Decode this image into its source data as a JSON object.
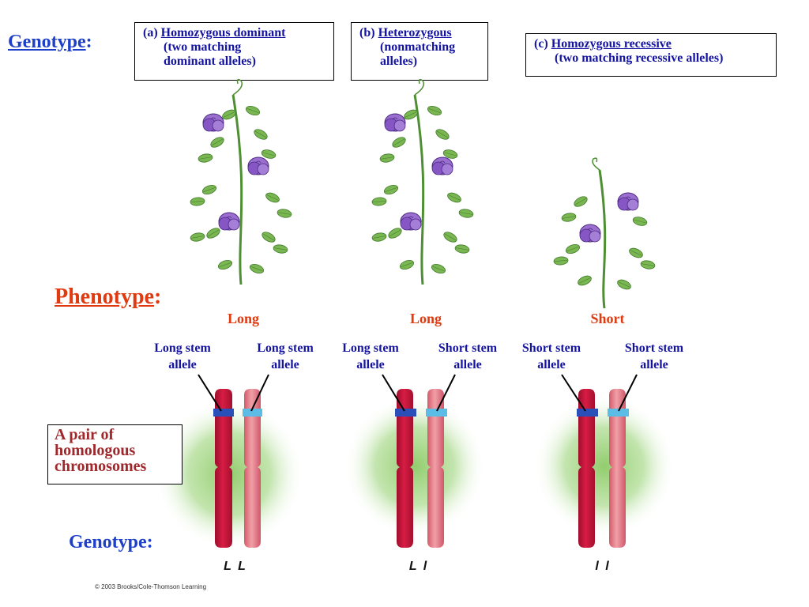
{
  "header": {
    "genotype_label": "Genotype",
    "colon": ":"
  },
  "boxes": {
    "a": {
      "prefix": "(a) ",
      "term": "Homozygous dominant",
      "line2": "(two matching",
      "line3": "dominant alleles)"
    },
    "b": {
      "prefix": "(b) ",
      "term": "Heterozygous",
      "line2": "(nonmatching",
      "line3": "alleles)"
    },
    "c": {
      "prefix": "(c) ",
      "term": "Homozygous recessive",
      "line2": "(two matching recessive alleles)"
    }
  },
  "phenotype": {
    "label": "Phenotype",
    "colon": ":",
    "values": [
      "Long",
      "Long",
      "Short"
    ]
  },
  "alleles": {
    "pair1": [
      "Long stem allele",
      "Long stem allele"
    ],
    "pair2": [
      "Long stem allele",
      "Short stem allele"
    ],
    "pair3": [
      "Short stem allele",
      "Short stem allele"
    ]
  },
  "homolog_box": {
    "line1": "A pair of",
    "line2": "homologous",
    "line3": "chromosomes"
  },
  "genotype_bottom": {
    "label": "Genotype:",
    "values": [
      "L L",
      "L l",
      "l l"
    ]
  },
  "copyright": "© 2003 Brooks/Cole-Thomson Learning",
  "colors": {
    "title_blue": "#1e3fc8",
    "phenotype_orange": "#e03a10",
    "chromosome_dark": "#c4163a",
    "chromosome_light": "#e47883",
    "flower": "#8a5fc0",
    "leaf": "#6ea84a",
    "halo": "#7cbf5a"
  },
  "icons": [
    "pea-plant-icon",
    "chromosome-icon"
  ]
}
